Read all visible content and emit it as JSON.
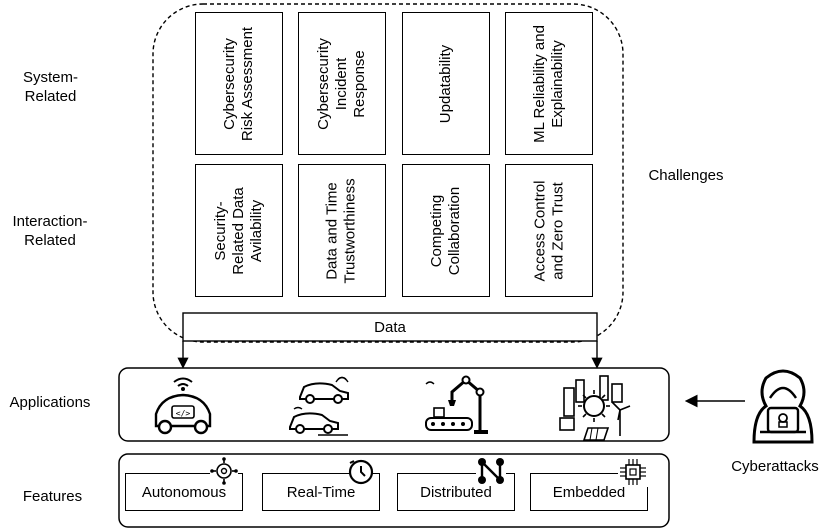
{
  "rows": {
    "system_label": "System-\nRelated",
    "interaction_label": "Interaction-\nRelated",
    "applications_label": "Applications",
    "features_label": "Features"
  },
  "challenges_label": "Challenges",
  "data_label": "Data",
  "cyberattacks_label": "Cyberattacks",
  "system_challenges": [
    "Cybersecurity\nRisk Assessment",
    "Cybersecurity\nIncident\nResponse",
    "Updatability",
    "ML Reliability and\nExplainability"
  ],
  "interaction_challenges": [
    "Security-\nRelated Data\nAvilability",
    "Data and Time\nTrustworthiness",
    "Competing\nCollaboration",
    "Access Control\nand Zero Trust"
  ],
  "features": [
    "Autonomous",
    "Real-Time",
    "Distributed",
    "Embedded"
  ],
  "icons": {
    "app1": "autonomous-car-icon",
    "app2": "connected-cars-icon",
    "app3": "robotic-arm-icon",
    "app4": "smart-grid-icon",
    "attacker": "hacker-icon",
    "feat1": "gear-chip-icon",
    "feat2": "clock-icon",
    "feat3": "network-nodes-icon",
    "feat4": "microchip-icon"
  }
}
